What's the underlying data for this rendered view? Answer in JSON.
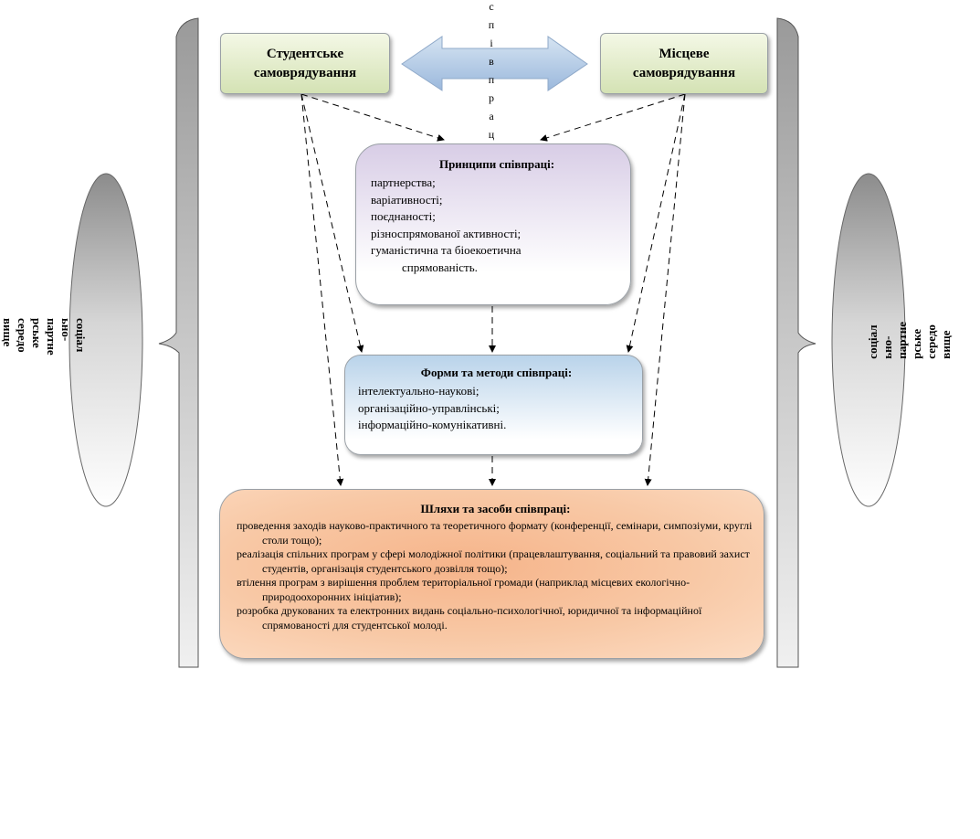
{
  "top": {
    "student_selfgov": "Студентське\nсамоврядування",
    "local_selfgov": "Місцеве\nсамоврядування",
    "coop_vertical": "співпраця"
  },
  "principles": {
    "title": "Принципи співпраці:",
    "items": [
      "партнерства;",
      "варіативності;",
      "поєднаності;",
      "різноспрямованої активності;",
      "гуманістична та біоекоетична",
      "спрямованість."
    ]
  },
  "forms": {
    "title": "Форми та методи співпраці:",
    "items": [
      "інтелектуально-наукові;",
      "організаційно-управлінські;",
      "інформаційно-комунікативні."
    ]
  },
  "ways": {
    "title": "Шляхи та засоби співпраці:",
    "items": [
      "проведення заходів науково-практичного та теоретичного формату (конференції, семінари, симпозіуми, круглі столи тощо);",
      "реалізація спільних програм у сфері молодіжної політики (працевлаштування, соціальний та правовий захист студентів, організація студентського дозвілля тощо);",
      "втілення програм з вирішення проблем територіальної громади (наприклад місцевих екологічно-природоохоронних ініціатив);",
      "розробка друкованих та електронних видань соціально-психологічної, юридичної та інформаційної спрямованості для студентської молоді."
    ]
  },
  "environment": {
    "left": "соціал\nьно-\nпартне\nрське\nсередо\nвище",
    "right": "соціал\nьно-\nпартне\nрське\nсередо\nвище"
  },
  "colors": {
    "top_box": "#d4e2b4",
    "principles_box": "#d8cde6",
    "forms_box": "#b9d3ea",
    "ways_box": "#f6b48a",
    "arrow": "#a9c3e0"
  }
}
